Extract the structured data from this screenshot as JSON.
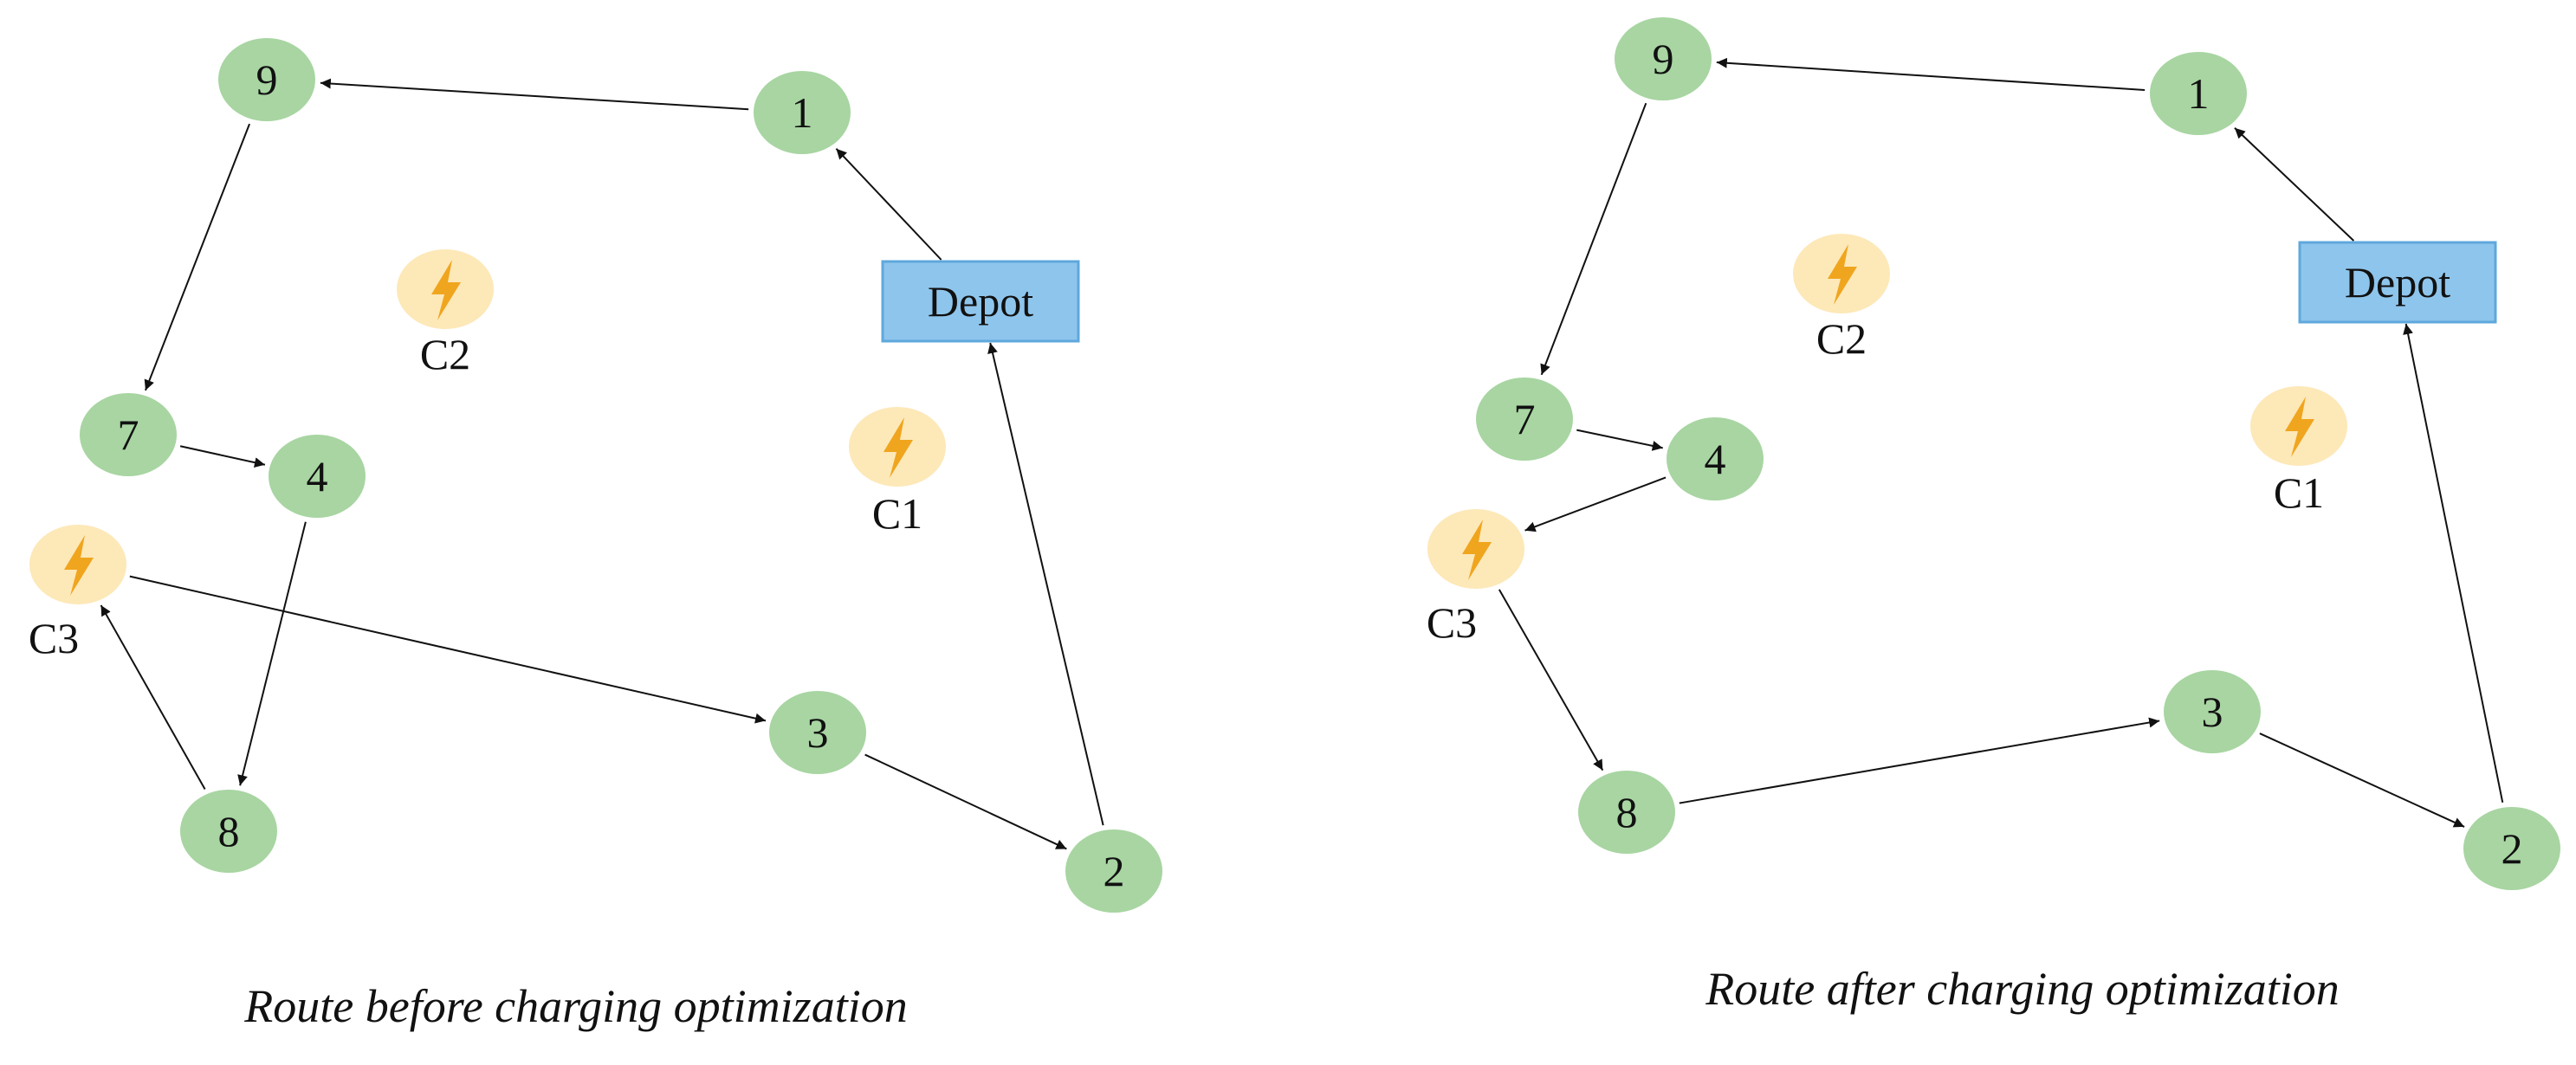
{
  "colors": {
    "customer_fill": "#a8d5a2",
    "depot_fill": "#8ec5ec",
    "depot_stroke": "#5fa8dc",
    "station_fill": "#fde8b8",
    "bolt_fill": "#f0a51e",
    "edge": "#111111"
  },
  "icons": {
    "station": "lightning-bolt-icon"
  },
  "panels": [
    {
      "id": "before",
      "caption": "Route before charging optimization",
      "depot_label": "Depot",
      "customers": [
        "9",
        "1",
        "7",
        "4",
        "3",
        "8",
        "2"
      ],
      "stations": [
        "C1",
        "C2",
        "C3"
      ],
      "route": [
        "Depot",
        "1",
        "9",
        "7",
        "4",
        "8",
        "C3",
        "3",
        "2",
        "Depot"
      ]
    },
    {
      "id": "after",
      "caption": "Route after charging optimization",
      "depot_label": "Depot",
      "customers": [
        "9",
        "1",
        "7",
        "4",
        "3",
        "8",
        "2"
      ],
      "stations": [
        "C1",
        "C2",
        "C3"
      ],
      "route": [
        "Depot",
        "1",
        "9",
        "7",
        "4",
        "C3",
        "8",
        "3",
        "2",
        "Depot"
      ]
    }
  ]
}
